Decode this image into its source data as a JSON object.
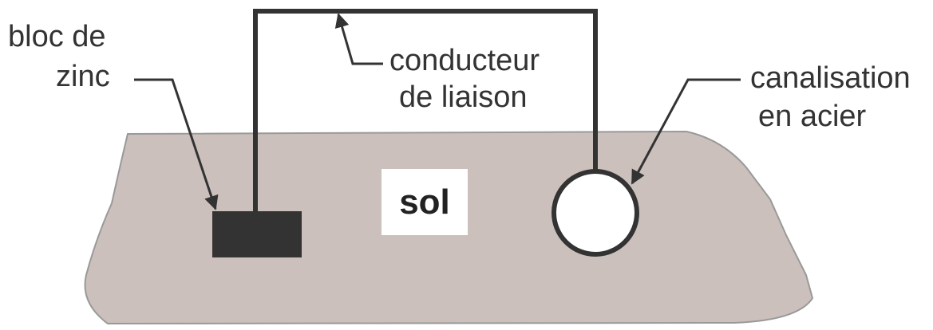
{
  "labels": {
    "zinc_line1": "bloc de",
    "zinc_line2": "zinc",
    "conductor_line1": "conducteur",
    "conductor_line2": "de liaison",
    "pipe_line1": "canalisation",
    "pipe_line2": "en acier",
    "soil": "sol"
  },
  "colors": {
    "soil": "#cbc0bc",
    "ink": "#333333",
    "zinc_block": "#333333",
    "pipe_fill": "#ffffff"
  }
}
